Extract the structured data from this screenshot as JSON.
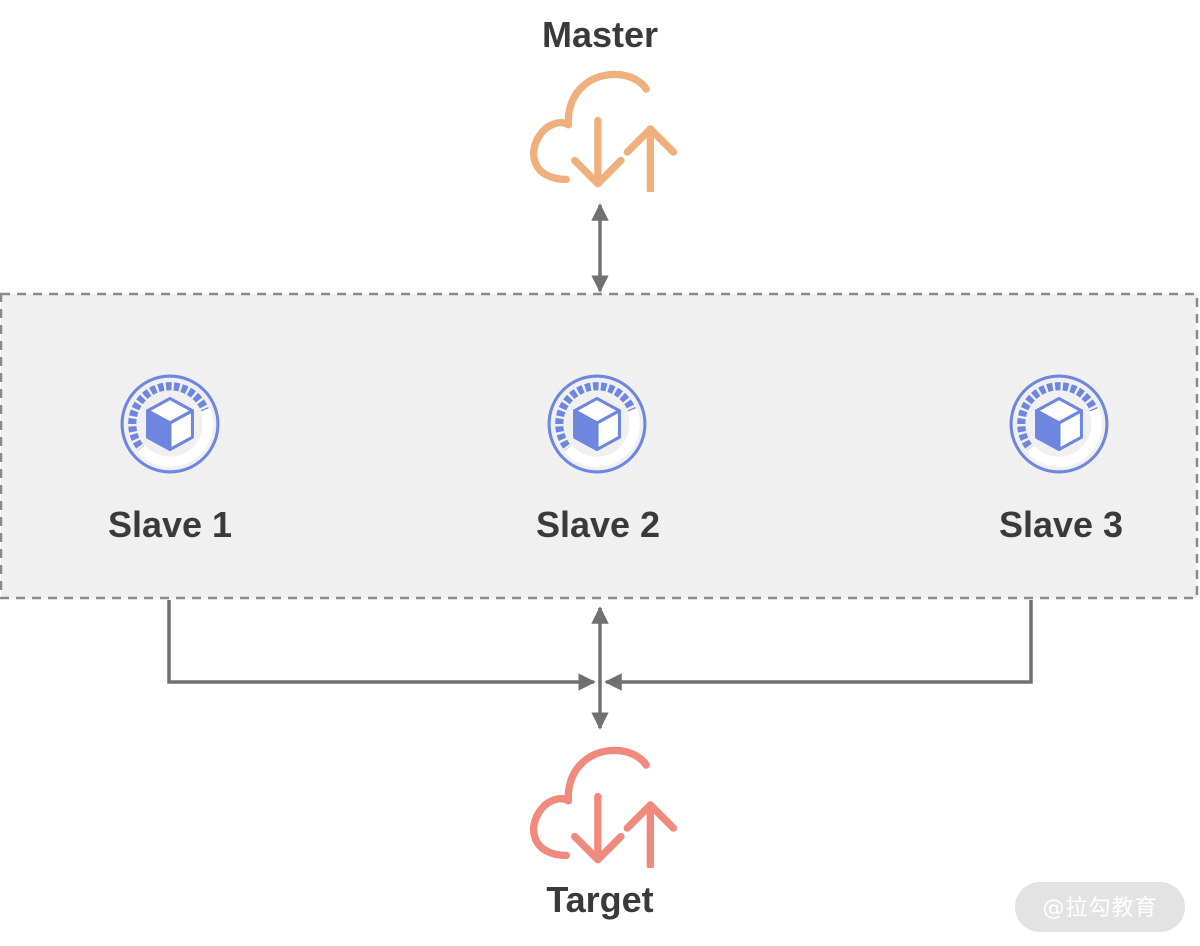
{
  "nodes": {
    "master": {
      "label": "Master",
      "color": "#F0B07E",
      "icon": "cloud-sync-icon"
    },
    "target": {
      "label": "Target",
      "color": "#F08A7C",
      "icon": "cloud-sync-icon"
    },
    "slaves": [
      {
        "label": "Slave 1",
        "icon": "cube-node-icon"
      },
      {
        "label": "Slave 2",
        "icon": "cube-node-icon"
      },
      {
        "label": "Slave 3",
        "icon": "cube-node-icon"
      }
    ]
  },
  "colors": {
    "slave_icon": "#6E86E0",
    "connector": "#707070",
    "group_fill": "#F0F0F0",
    "group_border": "#8A8A8A",
    "label_text": "#3A3A3A",
    "watermark_bg": "#E3E3E3"
  },
  "watermark": "@拉勾教育"
}
